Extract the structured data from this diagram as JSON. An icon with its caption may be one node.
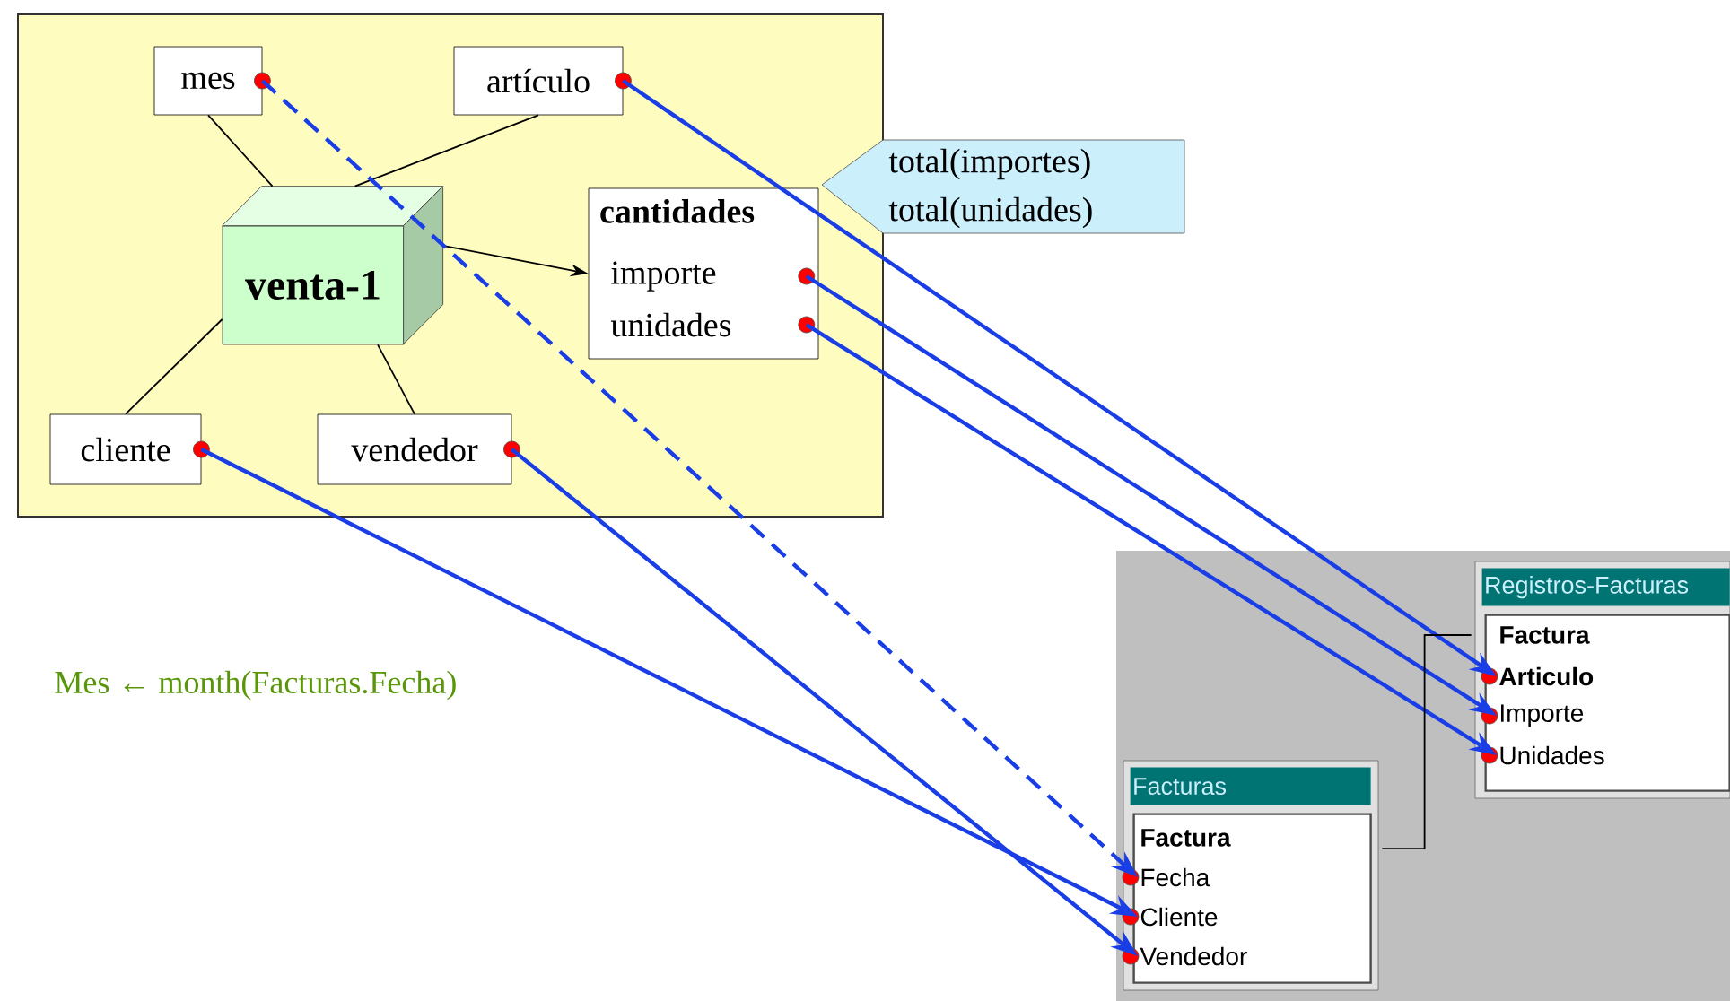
{
  "diagram": {
    "nodes": [
      {
        "text": [],
        "shape": "box"
      },
      {
        "text": [
          "mes"
        ],
        "in": 0
      },
      {
        "text": [
          "artículo"
        ],
        "in": 0
      },
      {
        "text": [
          "venta-1"
        ],
        "in": 0
      },
      {
        "text": [
          "cantidades"
        ],
        "in": 0
      },
      {
        "text": [
          "importe"
        ],
        "in": 4
      },
      {
        "text": [
          "unidades"
        ],
        "in": 4
      },
      {
        "text": [
          "cliente"
        ],
        "in": 0
      },
      {
        "text": [
          "vendedor"
        ],
        "in": 0
      },
      {
        "text": [
          "total(importes)",
          "total(unidades)"
        ]
      },
      {
        "text": [],
        "shape": "box"
      },
      {
        "text": [
          "Registros-Facturas"
        ],
        "in": 10
      },
      {
        "text": [
          "Factura"
        ],
        "in": 11
      },
      {
        "text": [
          "Articulo"
        ],
        "in": 11
      },
      {
        "text": [
          "Importe"
        ],
        "in": 11
      },
      {
        "text": [
          "Unidades"
        ],
        "in": 11
      },
      {
        "text": [
          "Facturas"
        ],
        "in": 10
      },
      {
        "text": [
          "Factura"
        ],
        "in": 16
      },
      {
        "text": [
          "Fecha"
        ],
        "in": 16
      },
      {
        "text": [
          "Cliente"
        ],
        "in": 16
      },
      {
        "text": [
          "Vendedor"
        ],
        "in": 16
      }
    ],
    "edges": [
      {
        "from": 1,
        "to": 3,
        "arrow": "none"
      },
      {
        "from": 2,
        "to": 3,
        "arrow": "none"
      },
      {
        "from": 7,
        "to": 3,
        "arrow": "none"
      },
      {
        "from": 8,
        "to": 3,
        "arrow": "none"
      },
      {
        "from": 3,
        "to": 4,
        "arrow": "to"
      },
      {
        "from": 1,
        "to": 18,
        "arrow": "to",
        "style": "dashed",
        "color": "#1a3ee6"
      },
      {
        "from": 2,
        "to": 13,
        "arrow": "to",
        "color": "#1a3ee6"
      },
      {
        "from": 5,
        "to": 14,
        "arrow": "to",
        "color": "#1a3ee6"
      },
      {
        "from": 6,
        "to": 15,
        "arrow": "to",
        "color": "#1a3ee6"
      },
      {
        "from": 7,
        "to": 19,
        "arrow": "to",
        "color": "#1a3ee6"
      },
      {
        "from": 8,
        "to": 20,
        "arrow": "to",
        "color": "#1a3ee6"
      },
      {
        "from": 16,
        "to": 11,
        "arrow": "none"
      }
    ],
    "labels": [
      "Mes ← month(Facturas.Fecha)"
    ]
  }
}
